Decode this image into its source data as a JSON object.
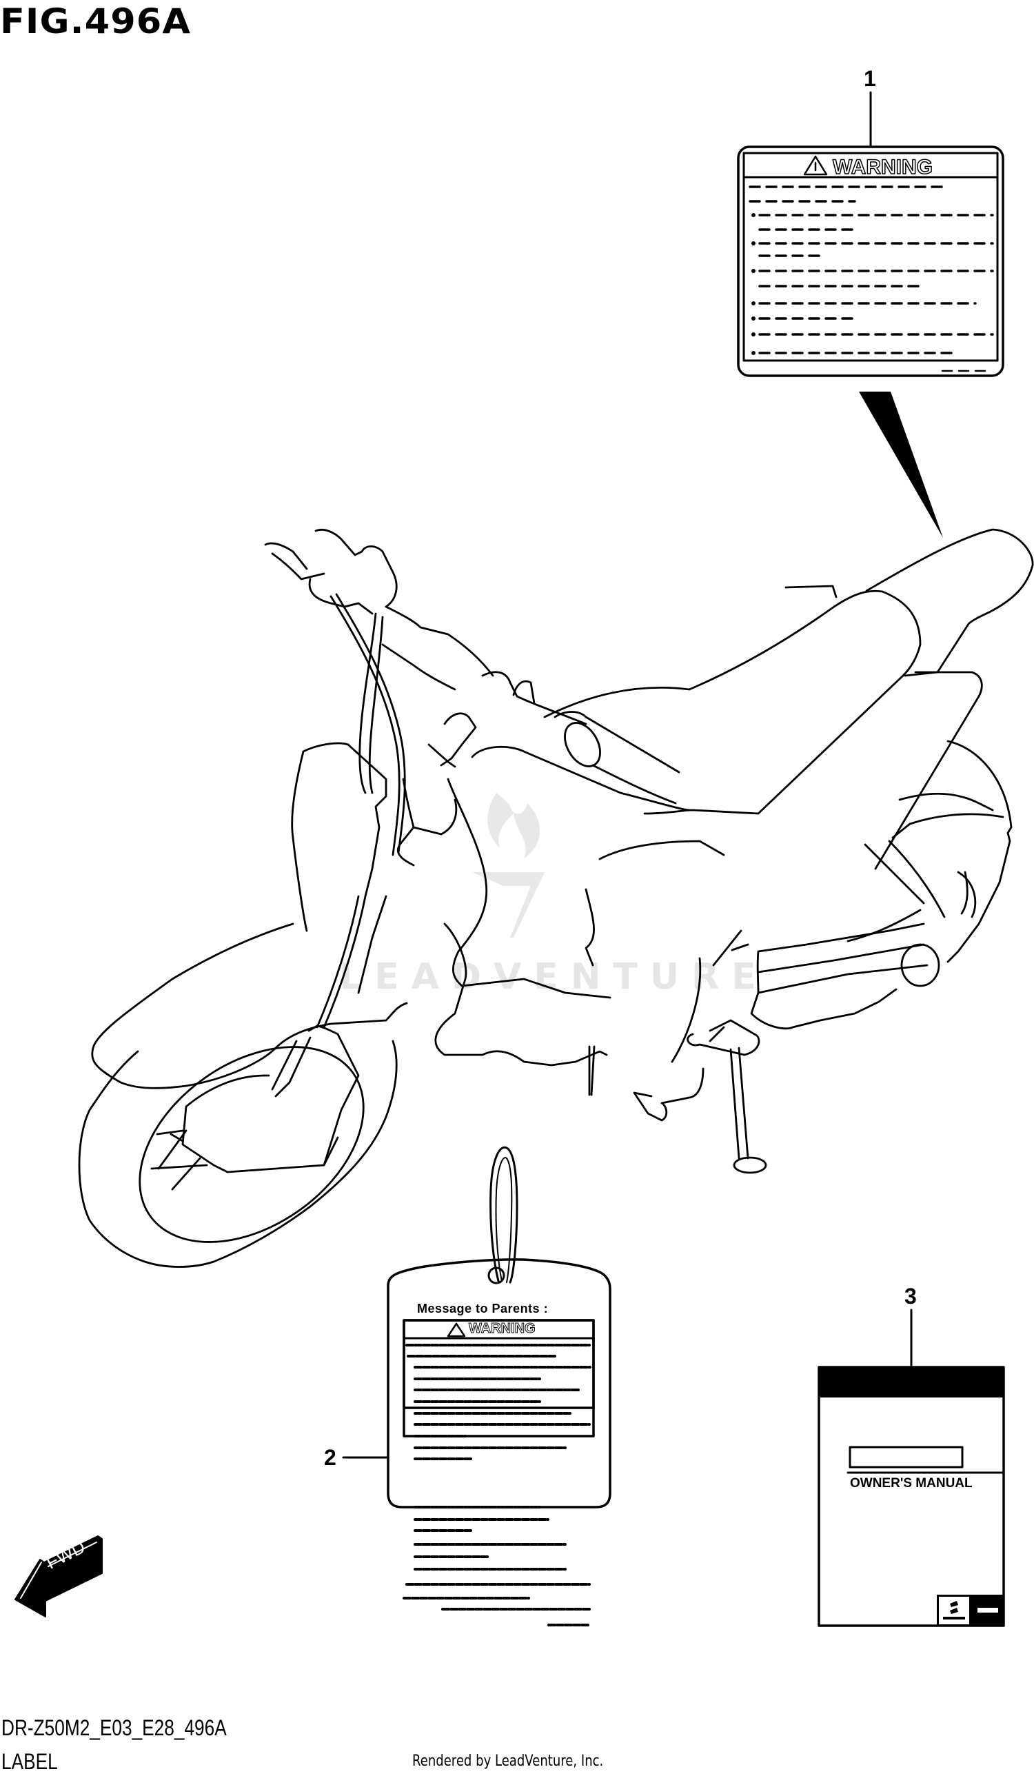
{
  "figure": {
    "title": "FIG.496A",
    "code": "DR-Z50M2_E03_E28_496A",
    "section_label": "LABEL",
    "rendered_by": "Rendered by LeadVenture, Inc.",
    "watermark": "LEADVENTURE"
  },
  "callouts": [
    {
      "number": "1",
      "part": "warning-label-rear-fender"
    },
    {
      "number": "2",
      "part": "message-to-parents-tag"
    },
    {
      "number": "3",
      "part": "owners-manual"
    }
  ],
  "label_1": {
    "heading": "WARNING",
    "bullet_lines": 6
  },
  "label_2": {
    "title": "Message to Parents :",
    "heading": "WARNING"
  },
  "label_3": {
    "title": "OWNER'S MANUAL"
  },
  "direction_indicator": {
    "text": "FWD"
  }
}
